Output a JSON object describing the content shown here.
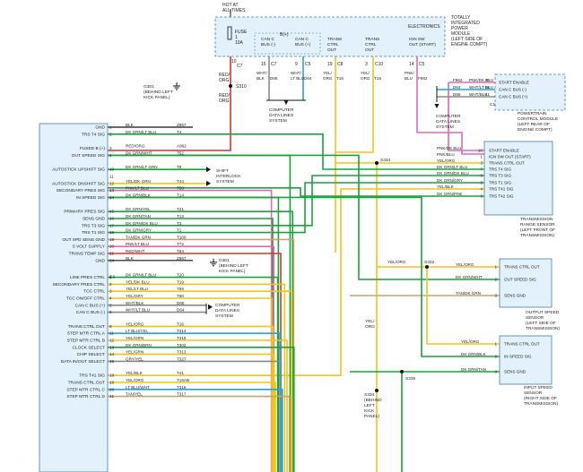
{
  "tipm": {
    "hot_label": [
      "HOT AT",
      "ALL TIMES"
    ],
    "fuse_label": [
      "FUSE",
      "1",
      "10A"
    ],
    "module_label": [
      "TOTALLY",
      "INTEGRATED",
      "POWER",
      "MODULE",
      "(LEFT SIDE OF",
      "ENGINE COMPT)"
    ],
    "header": "ELECTRONICS",
    "bplus": "B(+)",
    "ports": [
      {
        "label": [
          "CAN C",
          "BUS (-)"
        ]
      },
      {
        "label": [
          "CAN C",
          "BUS (+)"
        ]
      },
      {
        "label": [
          "TRANS",
          "CTRL",
          "OUT"
        ]
      },
      {
        "label": [
          "TRANS",
          "CTRL",
          "OUT"
        ]
      },
      {
        "label": [
          "IGN SW",
          "OUT (START)"
        ]
      }
    ]
  },
  "top_wires": {
    "pins": [
      "15",
      "9",
      "19",
      "3",
      "14"
    ],
    "connectors": [
      "C7",
      "C5",
      "C8",
      "C10",
      "C5"
    ],
    "color_lines": [
      [
        "WHT/",
        "BLK"
      ],
      [
        "WHT/",
        "LT BLU"
      ],
      [
        "YEL/",
        "ORG"
      ],
      [
        "YEL/",
        "ORG"
      ],
      [
        "PNK/",
        "BLU"
      ]
    ],
    "circuits": [
      "D65",
      "D64",
      "T16",
      "T16",
      "F962"
    ],
    "fuse_pin": "10",
    "fuse_conn": "C7",
    "fuse_color": [
      "RED/",
      "ORG"
    ],
    "fuse_circuit": "A962",
    "s310": "S310",
    "s310_color": [
      "RED/",
      "ORG"
    ]
  },
  "computer_data_lines": [
    "COMPUTER",
    "DATA LINES",
    "SYSTEM"
  ],
  "g301_top": [
    "G301",
    "(BEHIND LEFT",
    "KICK PANEL)"
  ],
  "pcm": {
    "label": [
      "POWERTRAIN",
      "CONTROL MODULE",
      "(LEFT REAR OF",
      "ENGINE COMPT)"
    ],
    "pins": [
      {
        "num": "37",
        "label": "START ENABLE",
        "color": "PNK/DK BLU",
        "circuit": "F963"
      },
      {
        "num": "54",
        "label": "CAN C BUS (-)",
        "color": "WHT/LT BLU",
        "circuit": "D64"
      },
      {
        "num": "41",
        "label": "CAN C BUS (+)",
        "color": "WHT/BLK",
        "circuit": "D65"
      }
    ],
    "connector": "C1"
  },
  "tcm": {
    "groups": [
      {
        "conn": "",
        "pins": [
          {
            "num": "1",
            "label": "GND",
            "color": "BLK",
            "circuit": "Z967"
          },
          {
            "num": "2",
            "label": "TRS T4 SIG",
            "color": "DK GRN/LT BLU",
            "circuit": "T4"
          }
        ]
      },
      {
        "conn": "",
        "pins": [
          {
            "num": "3",
            "label": "FUSED B (+)",
            "color": "RED/ORG",
            "circuit": "A962"
          },
          {
            "num": "4",
            "label": "OUT SPEED SIG",
            "color": "DK GRN/WHT",
            "circuit": "T52"
          }
        ]
      },
      {
        "conn": "",
        "pins": [
          {
            "num": "10",
            "label": "AUTOSTICK UPSHIFT SIG",
            "color": "DK GRN/LT GRN",
            "circuit": "T5"
          },
          {
            "num": "11",
            "label": "",
            "color": "",
            "circuit": ""
          },
          {
            "num": "12",
            "label": "AUTOSTICK DNSHIFT SIG",
            "color": "YEL/DK GRN",
            "circuit": "T44"
          },
          {
            "num": "13",
            "label": "SECONDARY PRES SIG",
            "color": "PNK/LT BLU",
            "circuit": "T50"
          },
          {
            "num": "14",
            "label": "IN SPEED SIG",
            "color": "DK GRN/BLK",
            "circuit": "T14"
          }
        ]
      },
      {
        "conn": "",
        "pins": [
          {
            "num": "15",
            "label": "PRIMARY PRES SIG",
            "color": "DK GRN/YEL",
            "circuit": "T21"
          },
          {
            "num": "16",
            "label": "SENS GND",
            "color": "DK GRN/TAN",
            "circuit": "T13"
          },
          {
            "num": "17",
            "label": "TRS T3 SIG",
            "color": "DK GRN/DK BLU",
            "circuit": "T3"
          },
          {
            "num": "18",
            "label": "TRS T1 SIG",
            "color": "DK GRN/GRY",
            "circuit": "T1"
          },
          {
            "num": "19",
            "label": "OUT SPD SENS GND",
            "color": "TAN/DK GRN",
            "circuit": "T100"
          },
          {
            "num": "20",
            "label": "5 VOLT SUPPLY",
            "color": "PNK/LT BLU",
            "circuit": "T72"
          },
          {
            "num": "21",
            "label": "TRANS TEMP SIG",
            "color": "RED/WHT",
            "circuit": "T54"
          },
          {
            "num": "24",
            "label": "GND",
            "color": "BLK",
            "circuit": "Z967"
          }
        ]
      },
      {
        "conn": "C2",
        "pins": [
          {
            "num": "1",
            "label": "LINE PRES CTRL",
            "color": "DK GRN/LT BLU",
            "circuit": "T20"
          },
          {
            "num": "2",
            "label": "SECONDARY PRES CTRL",
            "color": "YEL/DK BLU",
            "circuit": "T19"
          },
          {
            "num": "3",
            "label": "TCC CTRL",
            "color": "YEL/LT BLU",
            "circuit": "T59"
          },
          {
            "num": "4",
            "label": "TCC ON/OFF CTRL",
            "color": "YEL/GRY",
            "circuit": "T60"
          },
          {
            "num": "5",
            "label": "CAN C BUS (+)",
            "color": "WHT/BLK",
            "circuit": "D65"
          },
          {
            "num": "6",
            "label": "CAN C BUS (-)",
            "color": "WHT/LT BLU",
            "circuit": "D64"
          }
        ]
      },
      {
        "conn": "",
        "pins": [
          {
            "num": "9",
            "label": "TRANS CTRL OUT",
            "color": "YEL/ORG",
            "circuit": "T16"
          },
          {
            "num": "11",
            "label": "STEP MTR CTRL A",
            "color": "LT BLU/YEL",
            "circuit": "T314"
          },
          {
            "num": "12",
            "label": "STEP MTR CTRL B",
            "color": "YEL/GRN",
            "circuit": "T315"
          },
          {
            "num": "13",
            "label": "CLOCK SELECT",
            "color": "DK GRN/BRN",
            "circuit": "T302"
          },
          {
            "num": "14",
            "label": "CHIP SELECT",
            "color": "YEL/GRN",
            "circuit": "T313"
          },
          {
            "num": "15",
            "label": "DATA IN/OUT SELECT",
            "color": "GRY/YEL",
            "circuit": "T327"
          }
        ]
      },
      {
        "conn": "",
        "pins": [
          {
            "num": "18",
            "label": "TRS T41 SIG",
            "color": "YEL/BLK",
            "circuit": "T41"
          },
          {
            "num": "19",
            "label": "TRANS CTRL OUT",
            "color": "YEL/ORG",
            "circuit": "T16AB"
          },
          {
            "num": "20",
            "label": "STEP MTR CTRL C",
            "color": "LT BLU/WHT",
            "circuit": "T316"
          },
          {
            "num": "21",
            "label": "STEP MTR CTRL D",
            "color": "TAN/YEL",
            "circuit": "T317"
          }
        ]
      }
    ]
  },
  "shift_interlock": [
    "SHIFT",
    "INTERLOCK",
    "SYSTEM"
  ],
  "g301_mid": [
    "G301",
    "(BEHIND LEFT",
    "KICK PANEL)"
  ],
  "computer_data_lines_2": [
    "COMPUTER",
    "DATA LINES",
    "SYSTEM"
  ],
  "trs": {
    "label": [
      "TRANSMISSION",
      "RANGE SENSOR",
      "(LEFT FRONT OF",
      "TRANSMISSION)"
    ],
    "pins": [
      {
        "num": "10",
        "label": "START ENABLE",
        "color": "PNK/DK BLU"
      },
      {
        "num": "1",
        "label": "IGN SW OUT (START)",
        "color": "PNK/BLU"
      },
      {
        "num": "3",
        "label": "TRANS CTRL OUT",
        "color": "YEL/ORG"
      },
      {
        "num": "7",
        "label": "TRS T4 SIG",
        "color": "DK GRN/LT BLU"
      },
      {
        "num": "6",
        "label": "TRS T3 SIG",
        "color": "DK GRN/DK BLU"
      },
      {
        "num": "5",
        "label": "TRS T1 SIG",
        "color": "DK GRN/GRY"
      },
      {
        "num": "4",
        "label": "TRS T41 SIG",
        "color": "YEL/BLK"
      },
      {
        "num": "2",
        "label": "TRS T42 SIG",
        "color": "DK GRN/PNK"
      }
    ],
    "splice": "S334"
  },
  "oss": {
    "label": [
      "OUTPUT SPEED",
      "SENSOR",
      "(LEFT SIDE OF",
      "TRANSMISSION)"
    ],
    "pins": [
      {
        "num": "1",
        "label": "TRANS CTRL OUT",
        "color": "YEL/ORG"
      },
      {
        "num": "2",
        "label": "OUT SPEED SIG",
        "color": "DK GRN/WHT"
      },
      {
        "num": "3",
        "label": "SENS GND",
        "color": "TAN/DK GRN"
      }
    ],
    "splice": "S322",
    "splice_color": "YEL/ORG"
  },
  "iss": {
    "label": [
      "INPUT SPEED",
      "SENSOR",
      "(RIGHT SIDE OF",
      "TRANSMISSION)"
    ],
    "pins": [
      {
        "num": "1",
        "label": "TRANS CTRL OUT",
        "color": "YEL/ORG"
      },
      {
        "num": "2",
        "label": "IN SPEED SIG",
        "color": "DK GRN/BLK"
      },
      {
        "num": "3",
        "label": "SENS GND",
        "color": "DK GRN/TAN"
      }
    ],
    "splice": "S335"
  },
  "s334_lower": [
    "S334",
    "(BEHIND",
    "LEFT",
    "KICK",
    "PANEL)"
  ],
  "vertical_label": [
    "YEL/",
    "ORG"
  ],
  "colors": {
    "red": "#e0312c",
    "green": "#1aa33a",
    "yellow": "#f2c418",
    "pink": "#e06ab8",
    "blue": "#2b9fd8",
    "tan": "#c9a36c",
    "gray": "#8a8a8a",
    "black": "#111111",
    "orange": "#ec8c22",
    "box_fill": "#e2f1fb",
    "box_stroke": "#3f7fb8"
  }
}
